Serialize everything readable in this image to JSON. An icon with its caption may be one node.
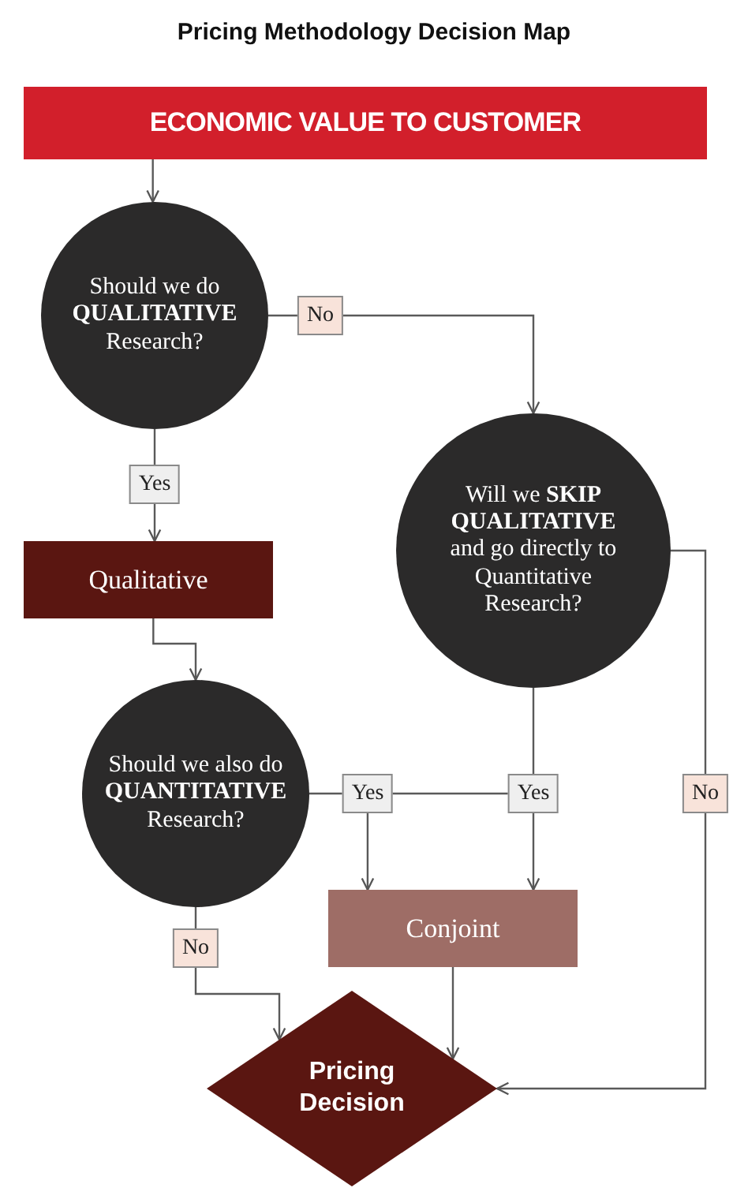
{
  "diagram": {
    "title": "Pricing Methodology Decision Map",
    "nodes": [
      {
        "text": [
          "ECONOMIC VALUE TO CUSTOMER"
        ]
      },
      {
        "text": [
          "Should we do **QUALITATIVE** Research?"
        ]
      },
      {
        "text": [
          "Qualitative"
        ]
      },
      {
        "text": [
          "Will we **SKIP** **QUALITATIVE** and go directly to Quantitative Research?"
        ]
      },
      {
        "text": [
          "Should we also do **QUANTITATIVE** Research?"
        ]
      },
      {
        "text": [
          "Conjoint"
        ]
      },
      {
        "text": [
          "Pricing Decision"
        ]
      }
    ],
    "edges": [
      {
        "from": 0,
        "to": 1,
        "arrow": "to"
      },
      {
        "from": 1,
        "to": 3,
        "arrow": "to",
        "label": "No"
      },
      {
        "from": 1,
        "to": 2,
        "arrow": "to",
        "label": "Yes"
      },
      {
        "from": 2,
        "to": 4,
        "arrow": "to"
      },
      {
        "from": 4,
        "to": 5,
        "arrow": "to",
        "label": "Yes"
      },
      {
        "from": 3,
        "to": 5,
        "arrow": "to",
        "label": "Yes"
      },
      {
        "from": 3,
        "to": 6,
        "arrow": "to",
        "label": "No"
      },
      {
        "from": 4,
        "to": 6,
        "arrow": "to",
        "label": "No"
      },
      {
        "from": 5,
        "to": 6,
        "arrow": "to"
      }
    ]
  }
}
